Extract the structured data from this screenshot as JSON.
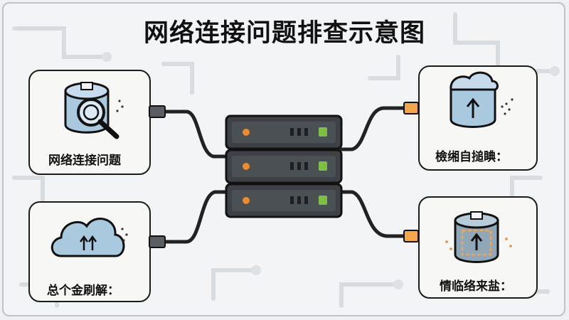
{
  "title": "网络连接问题排查示意图",
  "nodes": {
    "top_left": {
      "label": "网络连接问题",
      "icon": "database-magnifier-icon"
    },
    "top_right": {
      "label": "檢缃自搥睓：",
      "icon": "cloud-upload-icon"
    },
    "bottom_left": {
      "label": "总个金刷解：",
      "icon": "cloud-upload-icon"
    },
    "bottom_right": {
      "label": "情临络来盐：",
      "icon": "database-target-icon"
    }
  },
  "server": {
    "units": 3,
    "icon": "server-rack-icon"
  },
  "colors": {
    "card_border": "#1b1b1b",
    "icon_fill": "#a9c9df",
    "server_body": "#3e4246",
    "led_green": "#7cc242",
    "led_orange": "#f08a2b",
    "connector_orange": "#f3a64a"
  }
}
